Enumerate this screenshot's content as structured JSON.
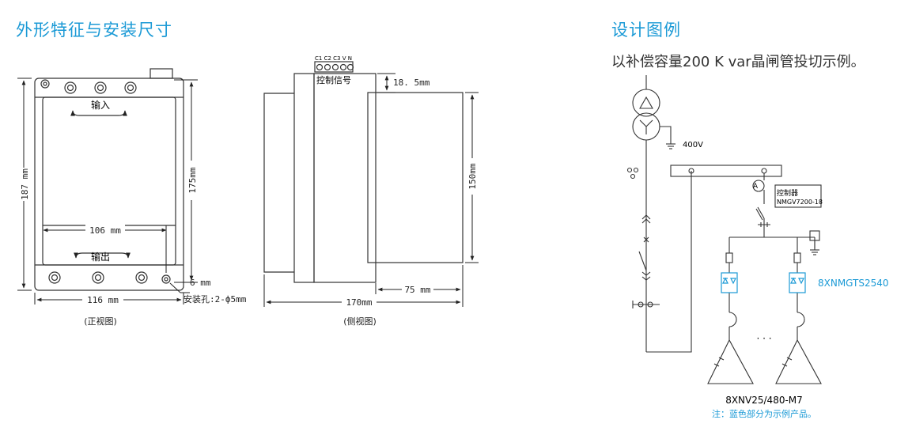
{
  "left": {
    "title": "外形特征与安装尺寸",
    "front": {
      "input_label": "输入",
      "output_label": "输出",
      "dim_height_total": "187 mm",
      "dim_height_inner": "175mm",
      "dim_width_inner": "106 mm",
      "dim_width_total": "116 mm",
      "dim_6": "6 mm",
      "mount_hole": "安装孔:2-ф5mm",
      "caption": "(正视图)"
    },
    "side": {
      "terminals": "C1 C2 C3 V  N",
      "ctrl_label": "控制信号",
      "dim_18": "18. 5mm",
      "dim_150": "150mm",
      "dim_75": "75 mm",
      "dim_170": "170mm",
      "caption": "(侧视图)"
    }
  },
  "right": {
    "title": "设计图例",
    "subtitle": "以补偿容量200 K var晶闸管投切示例。",
    "voltage": "400V",
    "controller_name": "控制器",
    "controller_model": "NMGV7200-18",
    "ammeter": "A",
    "thyristor_label": "8XNMGTS2540",
    "capacitor_label": "8XNV25/480-M7",
    "note": "注：蓝色部分为示例产品。",
    "dots": "· · ·"
  },
  "colors": {
    "accent": "#1b9ad6",
    "line": "#333333"
  }
}
